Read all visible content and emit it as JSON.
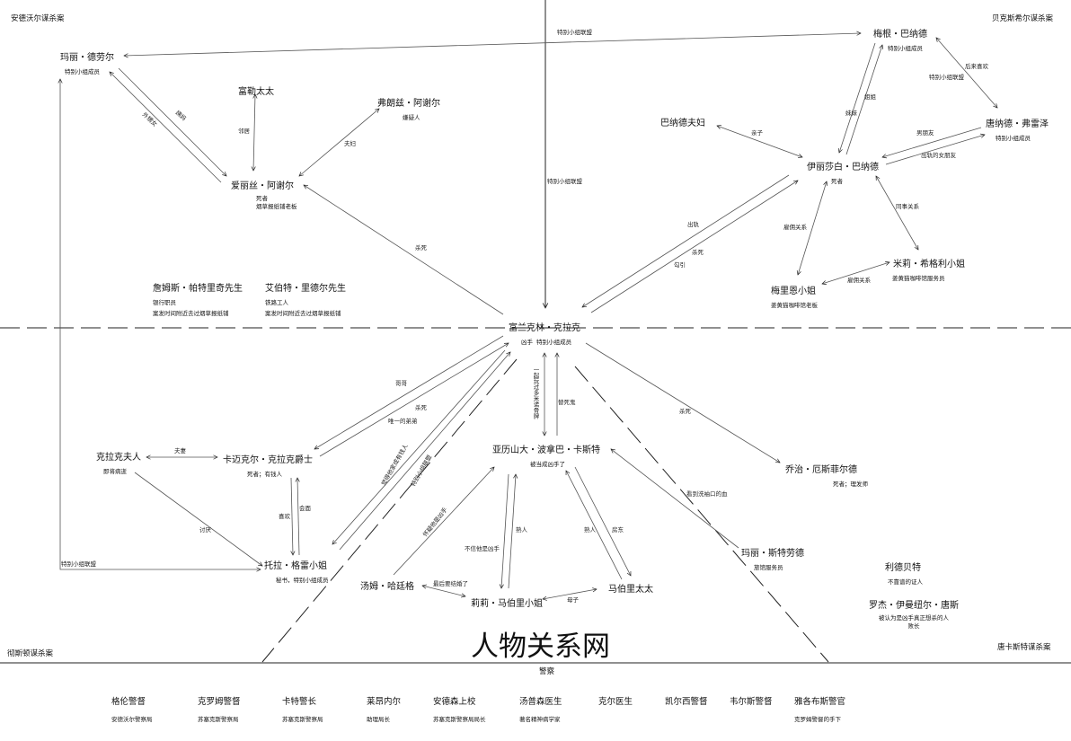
{
  "title": "人物关系网",
  "corners": {
    "tl": "安德沃尔谋杀案",
    "tr": "贝克斯希尔谋杀案",
    "bl": "彻斯顿谋杀案",
    "br": "唐卡斯特谋杀案"
  },
  "nodes": {
    "mary_drower": {
      "name": "玛丽・德劳尔",
      "sub": "特别小组成员"
    },
    "mrs_fowler": {
      "name": "富勒太太",
      "sub": ""
    },
    "franz": {
      "name": "弗朗兹・阿谢尔",
      "sub": "嫌疑人"
    },
    "alice": {
      "name": "爱丽丝・阿谢尔",
      "sub": "死者\n烟草报纸铺老板"
    },
    "james": {
      "name": "詹姆斯・帕特里奇先生",
      "sub": "银行职员\n案发时间附近去过烟草报纸铺"
    },
    "albert": {
      "name": "艾伯特・里德尔先生",
      "sub": "铁路工人\n案发时间附近去过烟草报纸铺"
    },
    "megan": {
      "name": "梅根・巴纳德",
      "sub": "特别小组成员"
    },
    "barnards": {
      "name": "巴纳德夫妇",
      "sub": ""
    },
    "donald": {
      "name": "唐纳德・弗雷泽",
      "sub": "特别小组成员"
    },
    "betty": {
      "name": "伊丽莎白・巴纳德",
      "sub": "死者"
    },
    "milly": {
      "name": "米莉・希格利小姐",
      "sub": "姜黄猫咖啡馆服务员"
    },
    "merrion": {
      "name": "梅里恩小姐",
      "sub": "姜黄猫咖啡馆老板"
    },
    "franklin": {
      "name": "富兰克林・克拉克",
      "sub": "凶手  特别小组成员"
    },
    "lady_clarke": {
      "name": "克拉克夫人",
      "sub": "即将病逝"
    },
    "carmichael": {
      "name": "卡迈克尔・克拉克爵士",
      "sub": "死者；有钱人"
    },
    "thora": {
      "name": "托拉・格雷小姐",
      "sub": "秘书，特别小组成员"
    },
    "alexander": {
      "name": "亚历山大・波拿巴・卡斯特",
      "sub": "被当成凶手了"
    },
    "tom": {
      "name": "汤姆・哈廷格",
      "sub": ""
    },
    "lily": {
      "name": "莉莉・马伯里小姐",
      "sub": ""
    },
    "mrs_marbury": {
      "name": "马伯里太太",
      "sub": ""
    },
    "george": {
      "name": "乔治・厄斯菲尔德",
      "sub": "死者；理发师"
    },
    "mary_stroud": {
      "name": "玛丽・斯特劳德",
      "sub": "旅馆服务员"
    },
    "leadbetter": {
      "name": "利德贝特",
      "sub": "不靠谱的证人"
    },
    "roger": {
      "name": "罗杰・伊曼纽尔・唐斯",
      "sub": "被认为是凶手真正想杀的人\n败长"
    }
  },
  "edge_labels": {
    "special_alliance_top": "特别小组联盟",
    "special_alliance_mid": "特别小组联盟",
    "special_alliance_left": "特别小组联盟",
    "special_alliance_rt": "特别小组联盟",
    "niece": "外甥女",
    "aunt": "姨妈",
    "neighbor": "邻居",
    "couple": "夫妇",
    "kill_alice": "杀死",
    "sister": "妹妹",
    "older_sister": "姐姐",
    "later_liked": "后来喜欢",
    "parents": "亲子",
    "boyfriend": "男朋友",
    "cheat_gf": "出轨的女朋友",
    "colleague": "同事关系",
    "employ1": "雇佣关系",
    "employ2": "雇佣关系",
    "cheat": "出轨",
    "kill_betty": "杀死",
    "seduce": "勾引",
    "brother": "哥哥",
    "kill_car": "杀死",
    "only_brother": "唯一的弟弟",
    "husband_wife": "夫妻",
    "hate": "讨厌",
    "like": "喜欢",
    "meet": "会面",
    "thinks_rich": "觉得他家成有钱人",
    "domino": "一起玩过多米诺骨牌",
    "scapegoat": "替死鬼",
    "kill_george": "杀死",
    "saw_blood": "看到洗袖口的血",
    "suspect_killer": "怀疑他是凶手",
    "not_believe": "不信他是凶手",
    "acq1": "熟人",
    "acq2": "熟人",
    "landlord": "房东",
    "finally_married": "最后要结婚了",
    "mother_daughter": "母子"
  },
  "police": {
    "label": "警察",
    "items": [
      {
        "name": "格伦警督",
        "role": "安德沃尔警察局"
      },
      {
        "name": "克罗姆警督",
        "role": "苏塞克斯警察局"
      },
      {
        "name": "卡特警长",
        "role": "苏塞克斯警察局"
      },
      {
        "name": "莱昂内尔",
        "role": "助理局长"
      },
      {
        "name": "安德森上校",
        "role": "苏塞克斯警察局局长"
      },
      {
        "name": "汤普森医生",
        "role": "著名精神病学家"
      },
      {
        "name": "克尔医生",
        "role": ""
      },
      {
        "name": "凯尔西警督",
        "role": ""
      },
      {
        "name": "韦尔斯警督",
        "role": ""
      },
      {
        "name": "雅各布斯警官",
        "role": "克罗姆警督的手下"
      }
    ]
  }
}
